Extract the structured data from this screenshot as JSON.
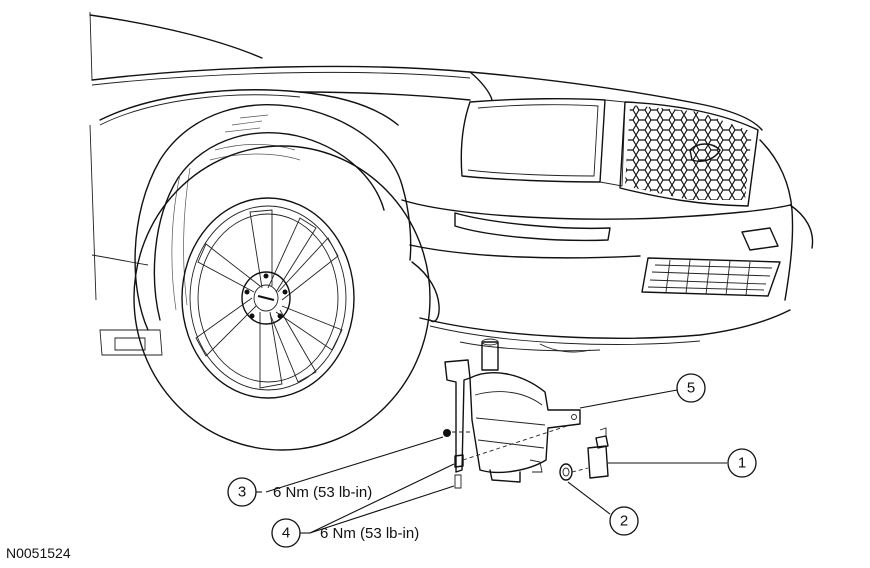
{
  "figure_id": "N0051524",
  "callouts": [
    {
      "number": "1"
    },
    {
      "number": "2"
    },
    {
      "number": "3",
      "torque": "6 Nm (53 lb-in)"
    },
    {
      "number": "4",
      "torque": "6 Nm (53 lb-in)"
    },
    {
      "number": "5"
    }
  ]
}
